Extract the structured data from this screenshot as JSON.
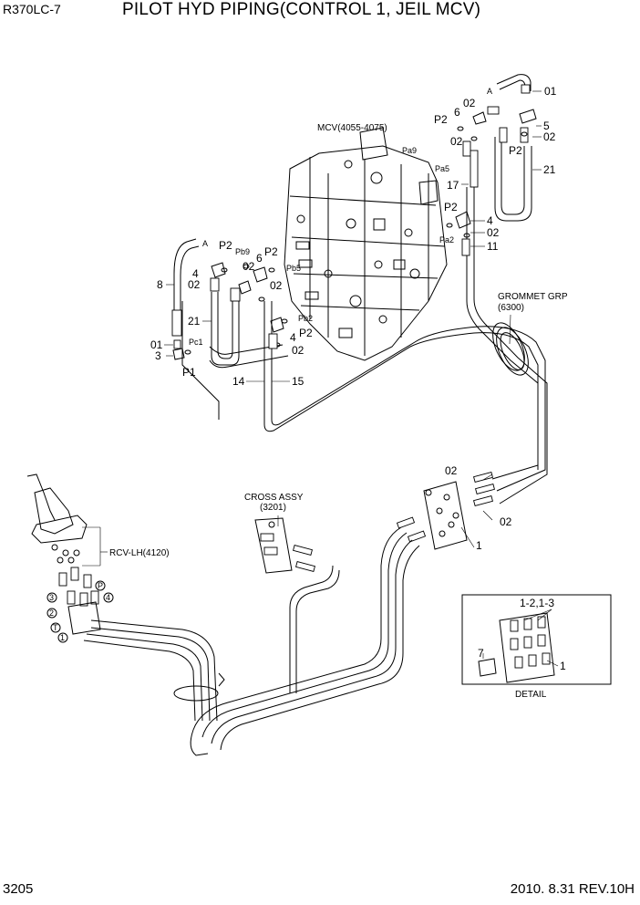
{
  "header": {
    "model": "R370LC-7",
    "title": "PILOT HYD PIPING(CONTROL 1, JEIL MCV)"
  },
  "footer": {
    "page_number": "3205",
    "revision": "2010. 8.31  REV.10H"
  },
  "labels": {
    "mcv": "MCV(4055-4075)",
    "grommet_line1": "GROMMET GRP",
    "grommet_line2": "(6300)",
    "cross_line1": "CROSS ASSY",
    "cross_line2": "(3201)",
    "rcv": "RCV-LH(4120)",
    "detail": "DETAIL",
    "A_top": "A",
    "A_left": "A"
  },
  "ports": {
    "pa9": "Pa9",
    "pa5": "Pa5",
    "pa2": "Pa2",
    "pb9": "Pb9",
    "pb5": "Pb5",
    "pb2": "Pb2",
    "pc1": "Pc1"
  },
  "callouts": {
    "c01_top": "01",
    "c02_top": "02",
    "c6_top": "6",
    "cP2_top": "P2",
    "c02_top2": "02",
    "c5": "5",
    "c02_right": "02",
    "cP2_right": "P2",
    "c21_right": "21",
    "c17": "17",
    "cP2_mid": "P2",
    "c4_mid": "4",
    "c02_mid": "02",
    "c11": "11",
    "cP2_l1": "P2",
    "c4_l": "4",
    "c02_l1": "02",
    "c8": "8",
    "c02_l2": "02",
    "c6_l": "6",
    "cP2_l2": "P2",
    "c02_l3": "02",
    "c21_l": "21",
    "c01_l": "01",
    "c3": "3",
    "cP1": "P1",
    "c4_c": "4",
    "c02_c": "02",
    "cP2_c": "P2",
    "c14": "14",
    "c15": "15",
    "c02_p1": "02",
    "c02_p2": "02",
    "c1_p": "1",
    "c12_13": "1-2,1-3",
    "c7": "7",
    "c1_d": "1"
  },
  "rcv_circles": {
    "r3": "3",
    "r2": "2",
    "rT": "T",
    "r1": "1",
    "rP": "P",
    "r4": "4"
  }
}
